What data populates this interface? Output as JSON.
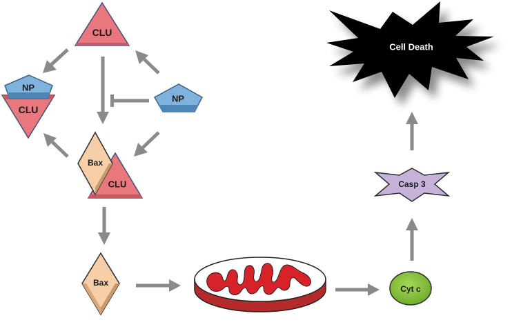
{
  "diagram": {
    "title": "Clusterin / NP / Bax apoptosis pathway",
    "colors": {
      "clu_fill": "#e8777e",
      "clu_dark": "#c95860",
      "np_fill": "#7fb3de",
      "np_dark": "#4f86b8",
      "bax_fill": "#f6cfa8",
      "bax_dark": "#c99a6c",
      "casp_fill": "#c7b3d9",
      "cytc_fill": "#8cc63f",
      "mito_red": "#d8222a",
      "cell_death_fill": "#000000",
      "arrow": "#8a8a8a"
    },
    "nodes": {
      "clu_top": {
        "label": "CLU",
        "shape": "triangle-up"
      },
      "np_right": {
        "label": "NP",
        "shape": "pentagon"
      },
      "np_clu_complex": {
        "np_label": "NP",
        "clu_label": "CLU",
        "shape": "pentagon-over-inverted-triangle"
      },
      "bax_clu_complex": {
        "bax_label": "Bax",
        "clu_label": "CLU",
        "shape": "diamond-over-triangle"
      },
      "bax": {
        "label": "Bax",
        "shape": "diamond"
      },
      "mitochondrion": {
        "label": "",
        "shape": "mitochondrion-icon"
      },
      "cyt_c": {
        "label": "Cyt c",
        "shape": "ellipse"
      },
      "casp3": {
        "label": "Casp 3",
        "shape": "six-point-star"
      },
      "cell_death": {
        "label": "Cell Death",
        "shape": "starburst"
      }
    },
    "edges": [
      {
        "from": "clu_top",
        "to": "np_clu_complex",
        "type": "activation"
      },
      {
        "from": "np_right",
        "to": "clu_top",
        "type": "activation"
      },
      {
        "from": "clu_top",
        "to": "bax_clu_complex",
        "type": "activation"
      },
      {
        "from": "np_right",
        "to": "clu_top->bax_clu_complex",
        "type": "inhibition"
      },
      {
        "from": "np_right",
        "to": "bax_clu_complex",
        "type": "activation"
      },
      {
        "from": "bax_clu_complex",
        "to": "np_clu_complex",
        "type": "activation"
      },
      {
        "from": "bax_clu_complex",
        "to": "bax",
        "type": "activation"
      },
      {
        "from": "bax",
        "to": "mitochondrion",
        "type": "activation"
      },
      {
        "from": "mitochondrion",
        "to": "cyt_c",
        "type": "activation"
      },
      {
        "from": "cyt_c",
        "to": "casp3",
        "type": "activation"
      },
      {
        "from": "casp3",
        "to": "cell_death",
        "type": "activation"
      }
    ]
  }
}
